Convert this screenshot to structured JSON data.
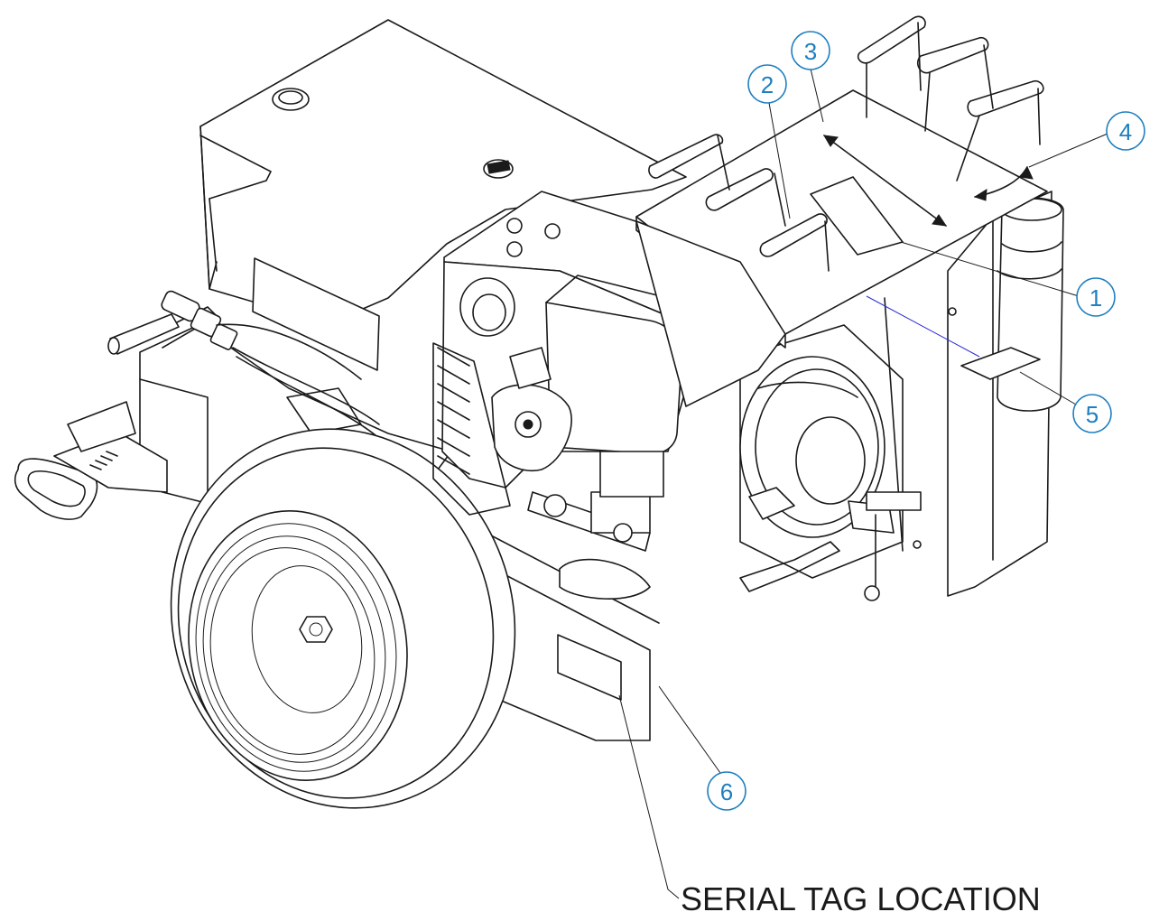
{
  "callouts": [
    {
      "id": "1",
      "label": "1"
    },
    {
      "id": "2",
      "label": "2"
    },
    {
      "id": "3",
      "label": "3"
    },
    {
      "id": "4",
      "label": "4"
    },
    {
      "id": "5",
      "label": "5"
    },
    {
      "id": "6",
      "label": "6"
    }
  ],
  "serial_tag_label": "SERIAL TAG LOCATION",
  "colors": {
    "callout": "#1f7fbf",
    "line": "#1a1a1a"
  }
}
